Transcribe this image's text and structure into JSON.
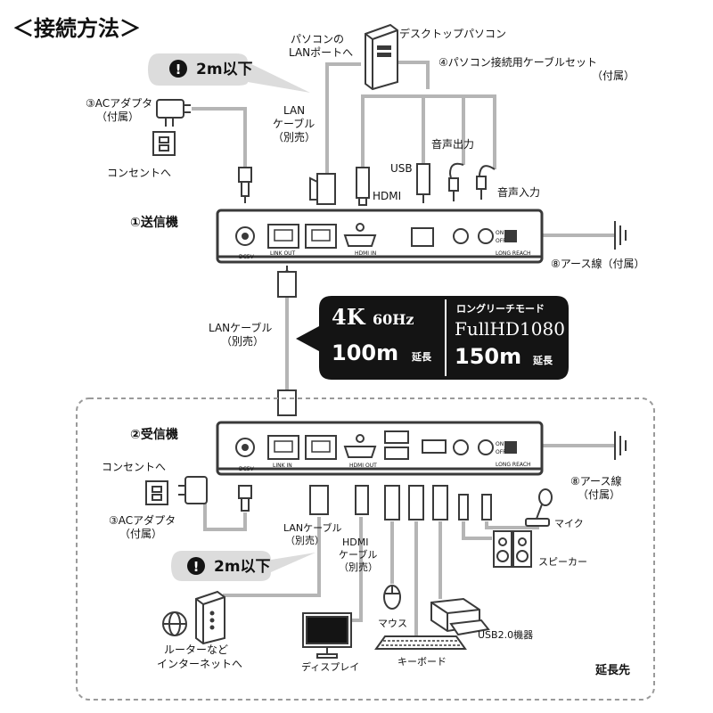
{
  "title": "＜接続方法＞",
  "colors": {
    "wire": "#b5b5b5",
    "device": "#3a3a3a",
    "dark": "#141414",
    "callout": "#dcdcdc",
    "dash": "#9a9a9a"
  },
  "callouts": {
    "top": "2m以下",
    "bottom": "2m以下"
  },
  "labels": {
    "desktop_pc": "デスクトップパソコン",
    "pc_lan_port_1": "パソコンの",
    "pc_lan_port_2": "LANポートへ",
    "pc_cable_set": "④パソコン接続用ケーブルセット",
    "attached": "（付属）",
    "ac_adapter_top": "③ACアダプタ",
    "ac_attached_top": "（付属）",
    "outlet_top": "コンセントへ",
    "lan_cable_top_1": "LAN",
    "lan_cable_top_2": "ケーブル",
    "lan_cable_top_3": "（別売）",
    "audio_out": "音声出力",
    "usb": "USB",
    "hdmi": "HDMI",
    "audio_in": "音声入力",
    "transmitter": "①送信機",
    "earth_top": "⑧アース線（付属）",
    "lan_cable_mid_1": "LANケーブル",
    "lan_cable_mid_2": "（別売）",
    "receiver": "②受信機",
    "earth_bottom_1": "⑧アース線",
    "earth_bottom_2": "（付属）",
    "outlet_bottom": "コンセントへ",
    "ac_adapter_bottom": "③ACアダプタ",
    "ac_attached_bottom": "（付属）",
    "lan_cable_bot_1": "LANケーブル",
    "lan_cable_bot_2": "（別売）",
    "hdmi_cable_1": "HDMI",
    "hdmi_cable_2": "ケーブル",
    "hdmi_cable_3": "（別売）",
    "microphone": "マイク",
    "speaker": "スピーカー",
    "mouse": "マウス",
    "usb_device": "USB2.0機器",
    "router_1": "ルーターなど",
    "router_2": "インターネットへ",
    "display": "ディスプレイ",
    "keyboard": "キーボード",
    "extension_end": "延長先"
  },
  "port_labels": {
    "dc5v": "DC5V",
    "link_out": "LINK OUT",
    "link_in": "LINK IN",
    "hdmi_in": "HDMI IN",
    "hdmi_out": "HDMI OUT",
    "long_reach": "LONG REACH",
    "on": "ON",
    "off": "OFF"
  },
  "spec": {
    "left_line1_a": "4K",
    "left_line1_b": "60Hz",
    "left_line2_a": "100m",
    "left_line2_b": "延長",
    "right_header": "ロングリーチモード",
    "right_line1": "FullHD1080",
    "right_line2_a": "150m",
    "right_line2_b": "延長"
  }
}
